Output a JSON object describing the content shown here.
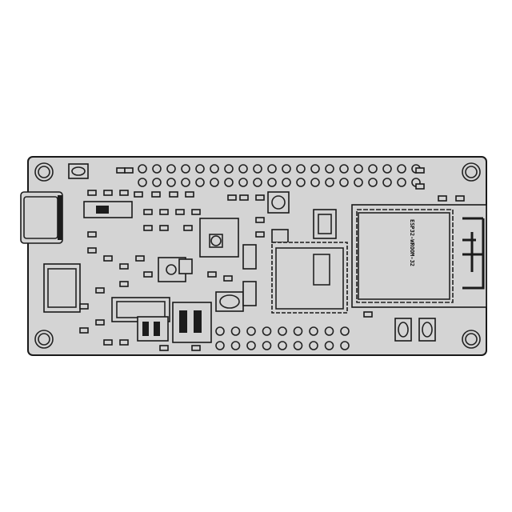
{
  "board": {
    "module_label": "ESP32-WROOM-32",
    "colors": {
      "board": "#d4d4d4",
      "outline": "#1a1a1a",
      "background": "#ffffff"
    },
    "top_header_pins": 20,
    "bottom_header_pins": 9
  }
}
